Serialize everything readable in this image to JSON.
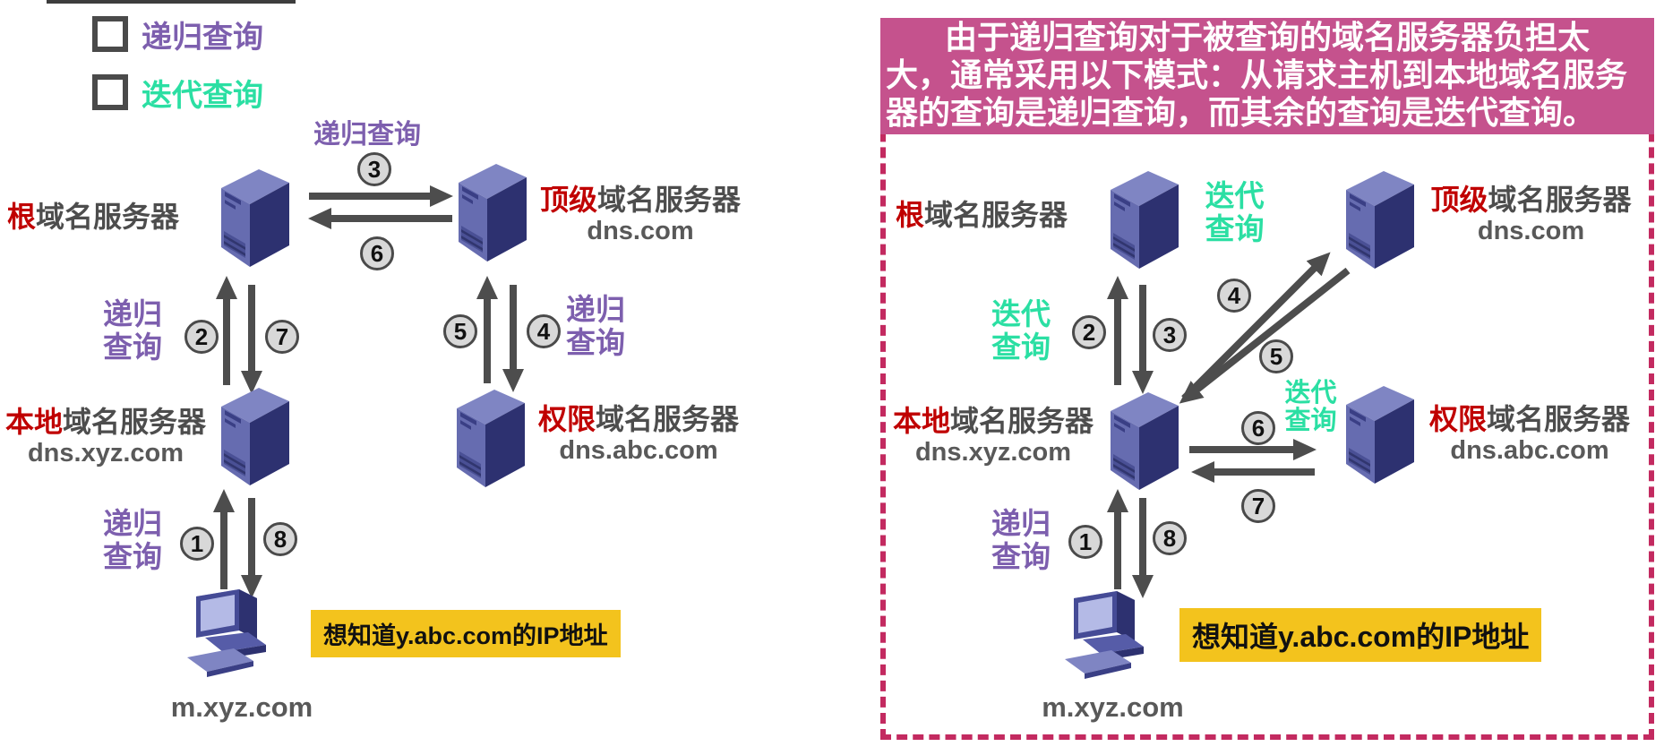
{
  "colors": {
    "purple": "#7D5FAE",
    "green": "#2BDFA3",
    "red": "#C00000",
    "label_gray": "#4D4D4D",
    "domain_gray": "#595959",
    "arrow_gray": "#4D4D4D",
    "circle_fill": "#D8D8D8",
    "circle_border": "#4A4A4A",
    "callout_yellow": "#F3C31D",
    "header_pink": "#C5528D",
    "panel_border_pink": "#C32A60",
    "server_navy": "#2D3170"
  },
  "legend": {
    "recursive": "递归查询",
    "iterative": "迭代查询"
  },
  "steps": {
    "s1": "1",
    "s2": "2",
    "s3": "3",
    "s4": "4",
    "s5": "5",
    "s6": "6",
    "s7": "7",
    "s8": "8"
  },
  "left": {
    "root_prefix": "根",
    "root_suffix": "域名服务器",
    "top_prefix": "顶级",
    "top_suffix": "域名服务器",
    "top_domain": "dns.com",
    "local_prefix": "本地",
    "local_suffix": "域名服务器",
    "local_domain": "dns.xyz.com",
    "auth_prefix": "权限",
    "auth_suffix": "域名服务器",
    "auth_domain": "dns.abc.com",
    "host_domain": "m.xyz.com",
    "q_top": "递归查询",
    "q_left_1": "递归",
    "q_left_2": "查询",
    "q_right_1": "递归",
    "q_right_2": "查询",
    "q_bottom_1": "递归",
    "q_bottom_2": "查询",
    "callout": "想知道y.abc.com的IP地址"
  },
  "right": {
    "header_line1": "由于递归查询对于被查询的域名服务器负担太",
    "header_line2": "大，通常采用以下模式：从请求主机到本地域名服务",
    "header_line3": "器的查询是递归查询，而其余的查询是迭代查询。",
    "root_prefix": "根",
    "root_suffix": "域名服务器",
    "top_prefix": "顶级",
    "top_suffix": "域名服务器",
    "top_domain": "dns.com",
    "local_prefix": "本地",
    "local_suffix": "域名服务器",
    "local_domain": "dns.xyz.com",
    "auth_prefix": "权限",
    "auth_suffix": "域名服务器",
    "auth_domain": "dns.abc.com",
    "host_domain": "m.xyz.com",
    "q_root_side_1": "迭代",
    "q_root_side_2": "查询",
    "q_left_1": "迭代",
    "q_left_2": "查询",
    "q_mid_1": "迭代",
    "q_mid_2": "查询",
    "q_bottom_1": "递归",
    "q_bottom_2": "查询",
    "callout": "想知道y.abc.com的IP地址"
  }
}
